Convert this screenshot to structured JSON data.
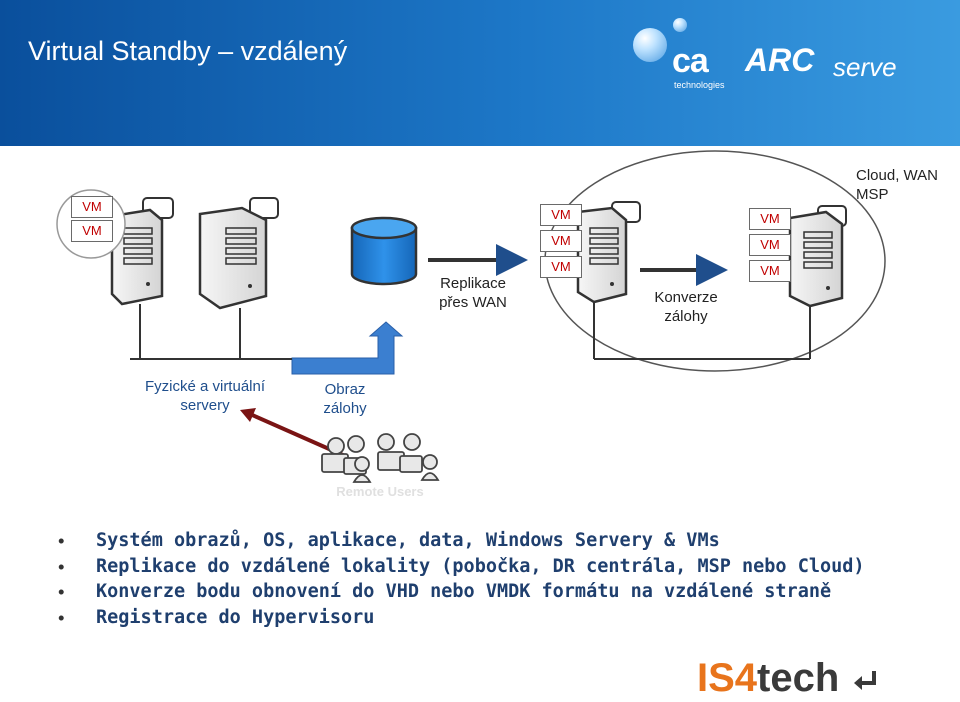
{
  "slide": {
    "title": "Virtual Standby – vzdálený"
  },
  "logos": {
    "ca": "ca",
    "ca_sub": "technologies",
    "arc": "ARC",
    "serve": "serve",
    "is4": "IS4",
    "tech": "tech"
  },
  "diagram": {
    "vm_label": "VM",
    "replication_label": [
      "Replikace",
      "přes WAN"
    ],
    "conversion_label": [
      "Konverze",
      "zálohy"
    ],
    "cloud_label": [
      "Cloud, WAN",
      "MSP"
    ],
    "physical_label": [
      "Fyzické a virtuální",
      "servery"
    ],
    "backup_image_label": [
      "Obraz",
      "zálohy"
    ],
    "remote_users_label": "Remote Users"
  },
  "bullets": [
    "Systém obrazů, OS, aplikace, data, Windows Servery & VMs",
    "Replikace do vzdálené lokality (pobočka, DR centrála, MSP nebo Cloud)",
    "Konverze bodu obnovení do VHD nebo VMDK formátu na vzdálené straně",
    "Registrace do Hypervisoru"
  ],
  "colors": {
    "header_start": "#0a4f9c",
    "header_end": "#3a9be0",
    "arrow_blue": "#1f4e8c",
    "database_fill": "#1e7fd8",
    "vm_text": "#c00000",
    "is4_orange": "#e8741c",
    "bullet_text": "#1f3f6e"
  }
}
